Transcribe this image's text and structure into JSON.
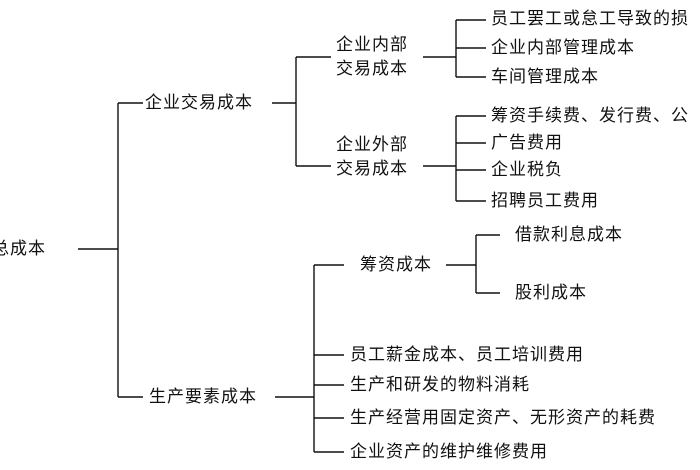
{
  "root": "总成本",
  "branches": [
    {
      "label": "企业交易成本",
      "groups": [
        {
          "label_lines": [
            "企业内部",
            "交易成本"
          ],
          "items": [
            "员工罢工或怠工导致的损",
            "企业内部管理成本",
            "车间管理成本"
          ]
        },
        {
          "label_lines": [
            "企业外部",
            "交易成本"
          ],
          "items": [
            "筹资手续费、发行费、公",
            "广告费用",
            "企业税负",
            "招聘员工费用"
          ]
        }
      ]
    },
    {
      "label": "生产要素成本",
      "financing": {
        "label": "筹资成本",
        "items": [
          "借款利息成本",
          "股利成本"
        ]
      },
      "items": [
        "员工薪金成本、员工培训费用",
        "生产和研发的物料消耗",
        "生产经营用固定资产、无形资产的耗费",
        "企业资产的维护维修费用"
      ]
    }
  ]
}
